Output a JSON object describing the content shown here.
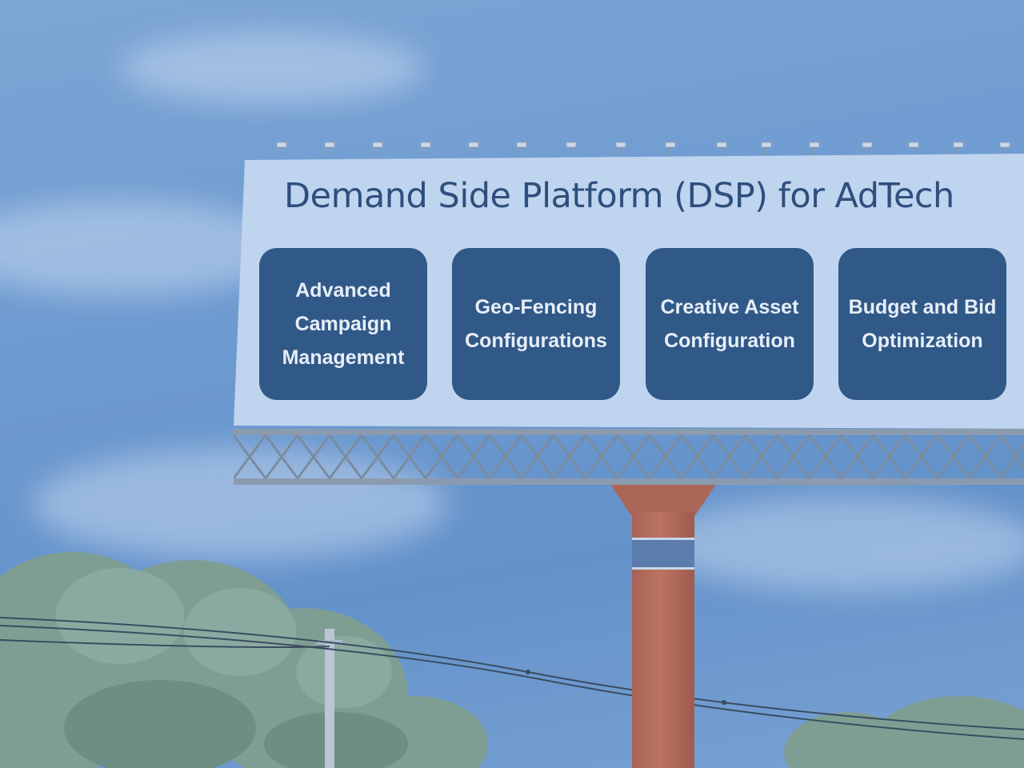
{
  "billboard": {
    "title": "Demand Side Platform (DSP) for AdTech",
    "cards": [
      {
        "label": "Advanced\nCampaign\nManagement"
      },
      {
        "label": "Geo-Fencing\nConfigurations"
      },
      {
        "label": "Creative Asset\nConfiguration"
      },
      {
        "label": "Budget and Bid\nOptimization"
      }
    ]
  },
  "colors": {
    "panel": "#cfe0f4",
    "card": "#214a78",
    "title": "#1e3d6b"
  }
}
